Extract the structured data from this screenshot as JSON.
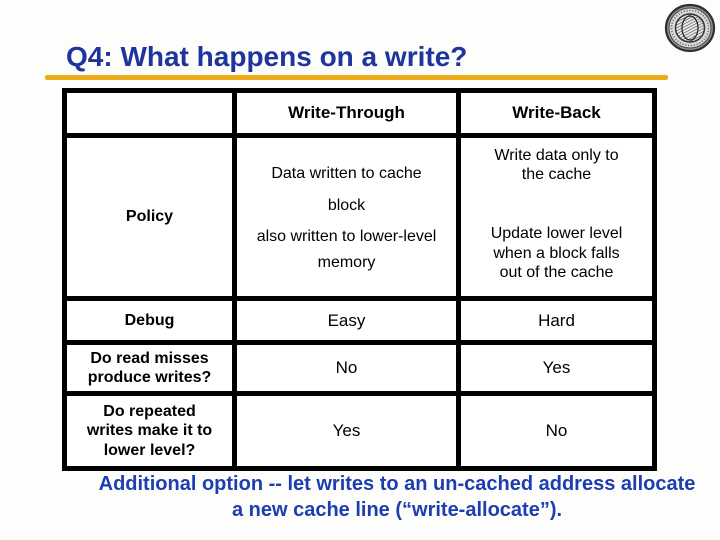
{
  "title": "Q4: What happens on a write?",
  "logo": {
    "name": "university-seal"
  },
  "colors": {
    "title_color": "#20349e",
    "underline_color": "#edac1a",
    "caption_color": "#1d3db0",
    "border_color": "#000000",
    "cell_bg": "#ffffff"
  },
  "table": {
    "headers": [
      "Write-Through",
      "Write-Back"
    ],
    "rows": [
      {
        "label": "Policy",
        "wt": [
          "Data written to cache block",
          "also written to lower-level memory"
        ],
        "wb": [
          "Write data only to the cache",
          "Update lower level when a block falls out of the cache"
        ]
      },
      {
        "label": "Debug",
        "wt": "Easy",
        "wb": "Hard"
      },
      {
        "label": "Do read misses produce writes?",
        "wt": "No",
        "wb": "Yes"
      },
      {
        "label": "Do repeated writes make it to lower level?",
        "wt": "Yes",
        "wb": "No"
      }
    ]
  },
  "caption": "Additional option -- let writes to an un-cached address allocate a new cache line (“write-allocate”)."
}
